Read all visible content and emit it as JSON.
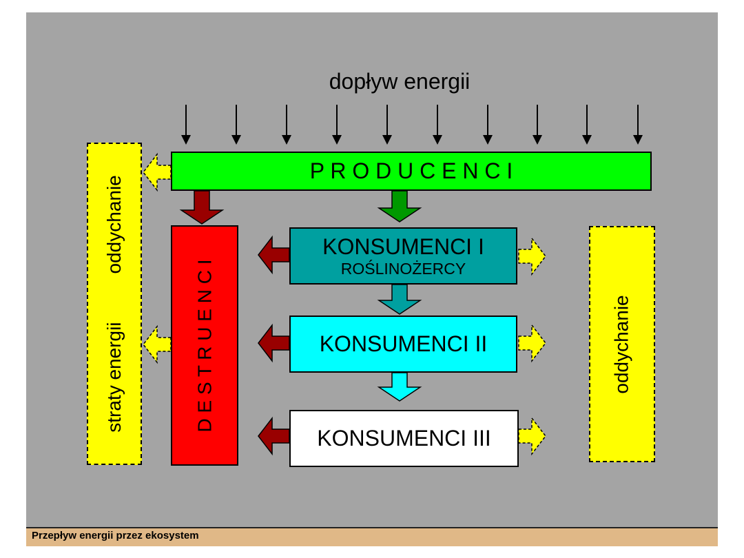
{
  "title": "dopływ energii",
  "producers": "P R O D U C E N C I",
  "decomposers": "D E S T R U E N C I",
  "consumers": [
    {
      "label": "KONSUMENCI I",
      "sublabel": "ROŚLINOŻERCY",
      "color": "#00a0a0"
    },
    {
      "label": "KONSUMENCI II",
      "color": "#00ffff"
    },
    {
      "label": "KONSUMENCI III",
      "color": "#ffffff"
    }
  ],
  "left_box": {
    "text_a": "straty energii",
    "text_b": "oddychanie"
  },
  "right_box": {
    "text": "oddychanie"
  },
  "footer": "Przepływ energii przez ekosystem",
  "colors": {
    "background": "#a4a4a4",
    "producers": "#00ff00",
    "decomposers": "#ff0000",
    "loss": "#ffff00",
    "footer": "#e0b887"
  }
}
